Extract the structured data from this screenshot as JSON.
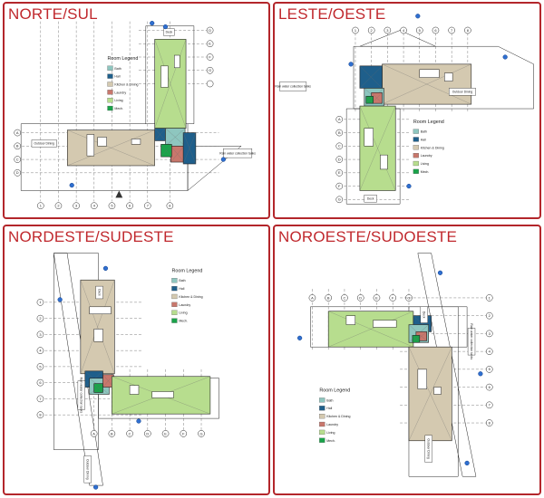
{
  "colors": {
    "border": "#b3262b",
    "title": "#c0282d",
    "bath": "#8ec6bf",
    "hall": "#1f5f8b",
    "kitchen_dining": "#d4c9b0",
    "laundry": "#c8776c",
    "living": "#b7dd8e",
    "mech": "#1aa34a",
    "wall": "#222222",
    "marker": "#2f6fd0"
  },
  "legend": {
    "title": "Room Legend",
    "items": [
      {
        "label": "Bath",
        "color": "#8ec6bf"
      },
      {
        "label": "Hall",
        "color": "#1f5f8b"
      },
      {
        "label": "Kitchen & Dining",
        "color": "#d4c9b0"
      },
      {
        "label": "Laundry",
        "color": "#c8776c"
      },
      {
        "label": "Living",
        "color": "#b7dd8e"
      },
      {
        "label": "Mech.",
        "color": "#1aa34a"
      }
    ]
  },
  "tags": {
    "deck": "Deck",
    "outdoor_dining": "Outdoor Dining",
    "rain_tanks": "Rain water collection tanks"
  },
  "grid_letters": [
    "A",
    "B",
    "C",
    "D",
    "E",
    "F",
    "G"
  ],
  "grid_numbers": [
    "1",
    "2",
    "3",
    "4",
    "5",
    "6",
    "7",
    "8"
  ],
  "panels": [
    {
      "title": "NORTE/SUL",
      "orientation": "ns"
    },
    {
      "title": "LESTE/OESTE",
      "orientation": "lo"
    },
    {
      "title": "NORDESTE/SUDESTE",
      "orientation": "nese"
    },
    {
      "title": "NOROESTE/SUDOESTE",
      "orientation": "noso"
    }
  ]
}
